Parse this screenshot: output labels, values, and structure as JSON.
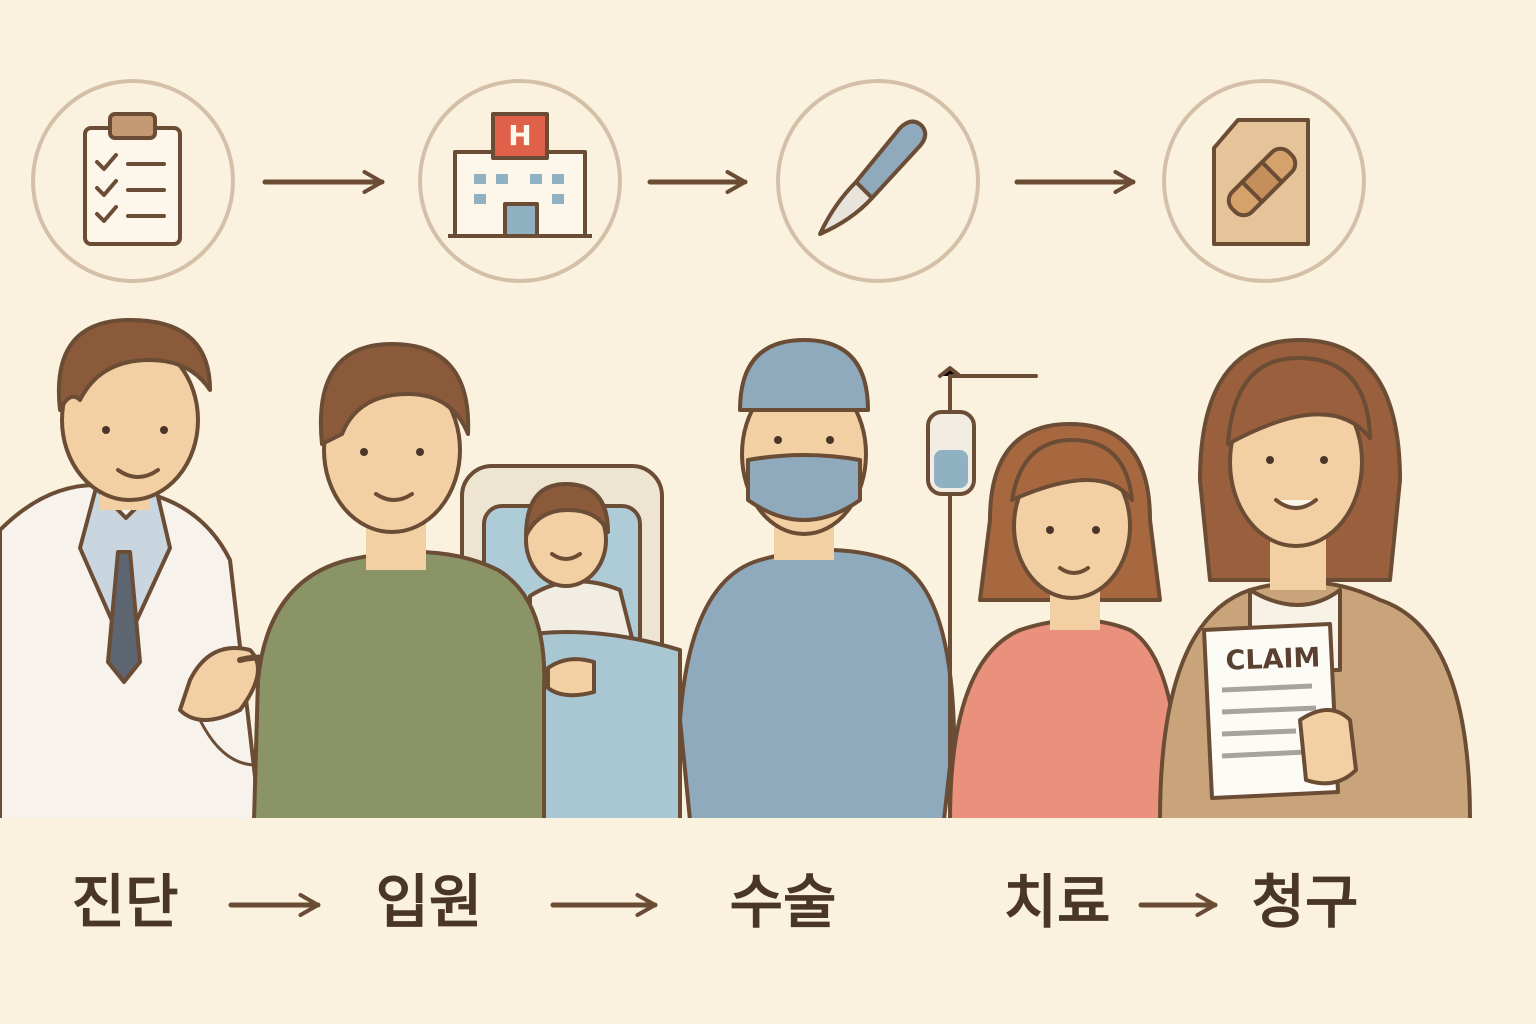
{
  "colors": {
    "background": "#fbf1df",
    "outline": "#6b4c35",
    "accent_red": "#e0614a",
    "scrub_blue": "#8fa9bd",
    "sweater_green": "#8a9466",
    "top_pink": "#e9917c",
    "jacket_tan": "#c9a47a"
  },
  "steps": [
    {
      "label": "진단",
      "icon": "clipboard-checklist-icon"
    },
    {
      "label": "입원",
      "icon": "hospital-building-icon"
    },
    {
      "label": "수술",
      "icon": "scalpel-icon"
    },
    {
      "label": "치료",
      "icon": "bandage-icon"
    },
    {
      "label": "청구",
      "icon": ""
    }
  ],
  "icons": {
    "hospital_sign": "H"
  },
  "claim_form": {
    "title": "CLAIM"
  },
  "arrows": {
    "top_count": 3,
    "bottom_count": 3
  }
}
